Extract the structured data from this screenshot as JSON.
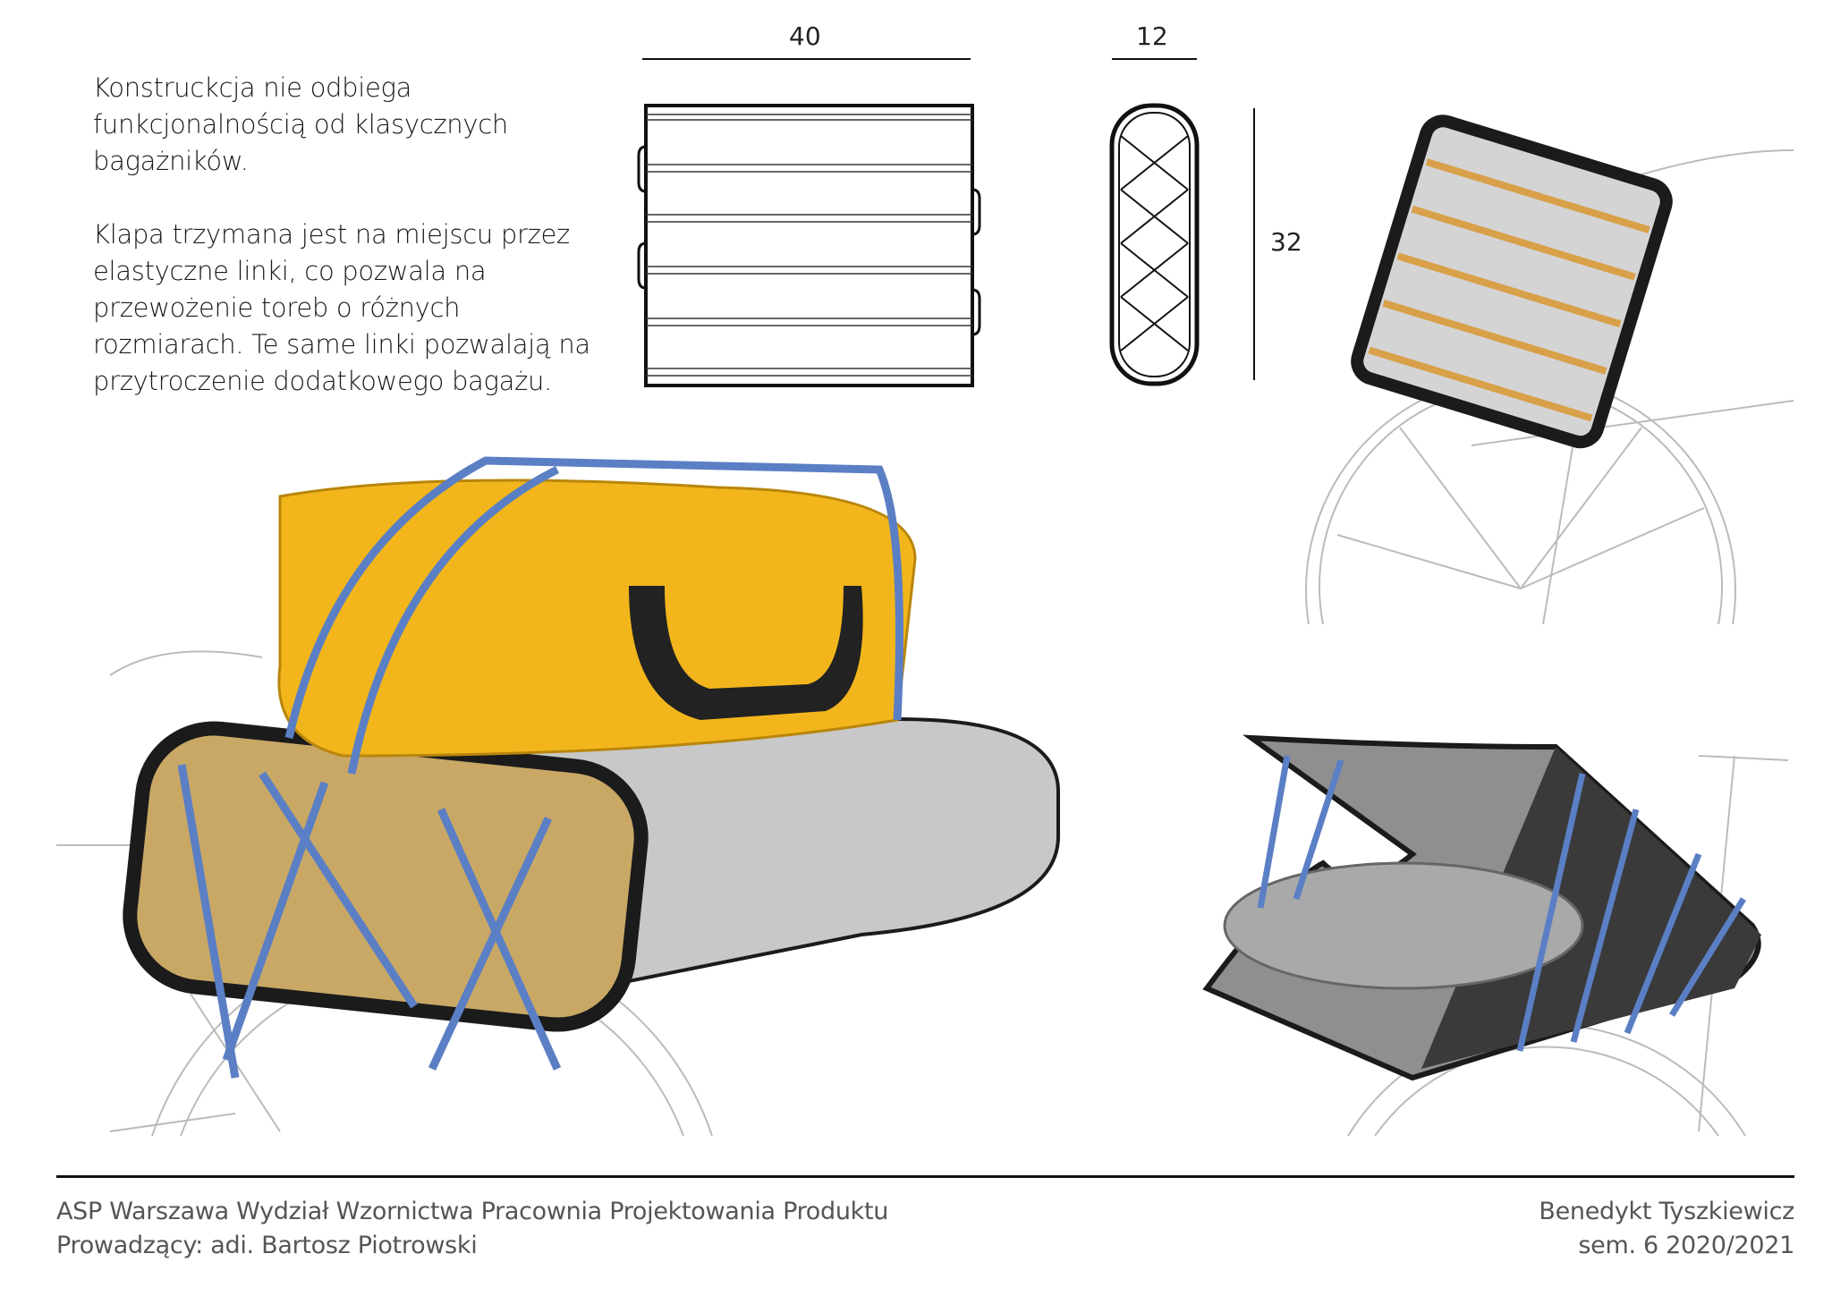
{
  "description": {
    "paragraph1": "Konstruckcja nie odbiega funkcjonalnością od klasycznych bagażników.",
    "paragraph2_lines": [
      "Klapa trzymana jest na miejscu przez elastyczne linki, co pozwala na",
      "przewożenie toreb o różnych rozmiarach. Te same linki pozwalają na przytroczenie dodatkowego bagażu."
    ]
  },
  "dimensions": {
    "width": "40",
    "depth": "12",
    "height": "32"
  },
  "colors": {
    "rope": "#5b7fc4",
    "case": "#f2b61c",
    "aluminium": "#c9c9c9",
    "frame": "#1b1b1b",
    "strap": "#d9a04a"
  },
  "footer": {
    "institution": "ASP Warszawa Wydział Wzornictwa Pracownia Projektowania Produktu",
    "supervisor": "Prowadzący: adi. Bartosz Piotrowski",
    "author": "Benedykt Tyszkiewicz",
    "semester": "sem. 6 2020/2021"
  }
}
